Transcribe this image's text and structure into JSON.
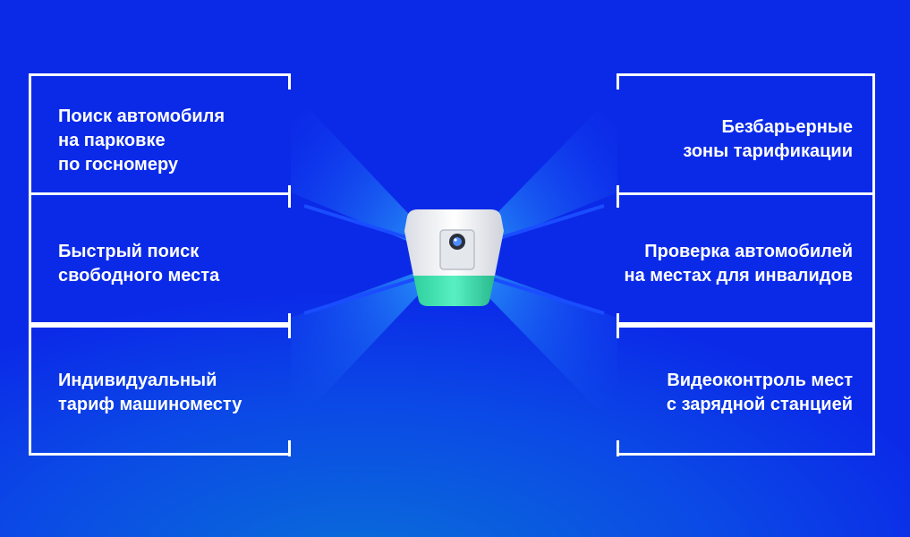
{
  "colors": {
    "background": "#0b2ae8",
    "frame": "#ffffff",
    "device_body": "#eef0f4",
    "device_base": "#3be0b0"
  },
  "features": {
    "left": [
      {
        "label": "Поиск автомобиля\nна парковке\nпо госномеру"
      },
      {
        "label": "Быстрый поиск\nсвободного места"
      },
      {
        "label": "Индивидуальный\nтариф машиноместу"
      }
    ],
    "right": [
      {
        "label": "Безбарьерные\nзоны тарификации"
      },
      {
        "label": "Проверка автомобилей\nна местах для инвалидов"
      },
      {
        "label": "Видеоконтроль мест\nс зарядной станцией"
      }
    ]
  },
  "device": {
    "icon": "parking-camera-sensor-icon"
  }
}
